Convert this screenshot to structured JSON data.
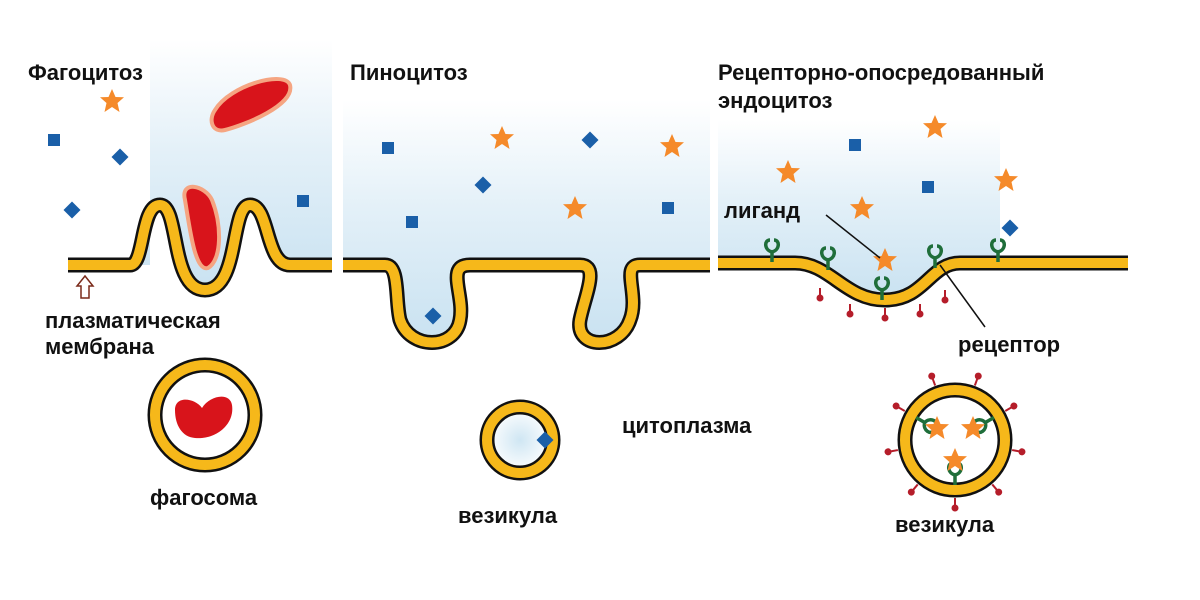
{
  "panels": {
    "phagocytosis": {
      "title": "Фагоцитоз",
      "membrane_label": "плазматическая мембрана",
      "membrane_label_line1": "плазматическая",
      "membrane_label_line2": "мембрана",
      "vesicle_label": "фагосома"
    },
    "pinocytosis": {
      "title": "Пиноцитоз",
      "vesicle_label": "везикула",
      "cytoplasm_label": "цитоплазма"
    },
    "receptor_mediated": {
      "title_line1": "Рецепторно-опосредованный",
      "title_line2": "эндоцитоз",
      "ligand_label": "лиганд",
      "receptor_label": "рецептор",
      "vesicle_label": "везикула"
    }
  },
  "colors": {
    "membrane": "#f6b81a",
    "outline": "#111111",
    "star": "#f58a2a",
    "square": "#1a5fa8",
    "bacterium": "#d8141b",
    "fluid": "#cfe5f2",
    "receptor": "#1f6e3a",
    "coat": "#b51d2a"
  }
}
